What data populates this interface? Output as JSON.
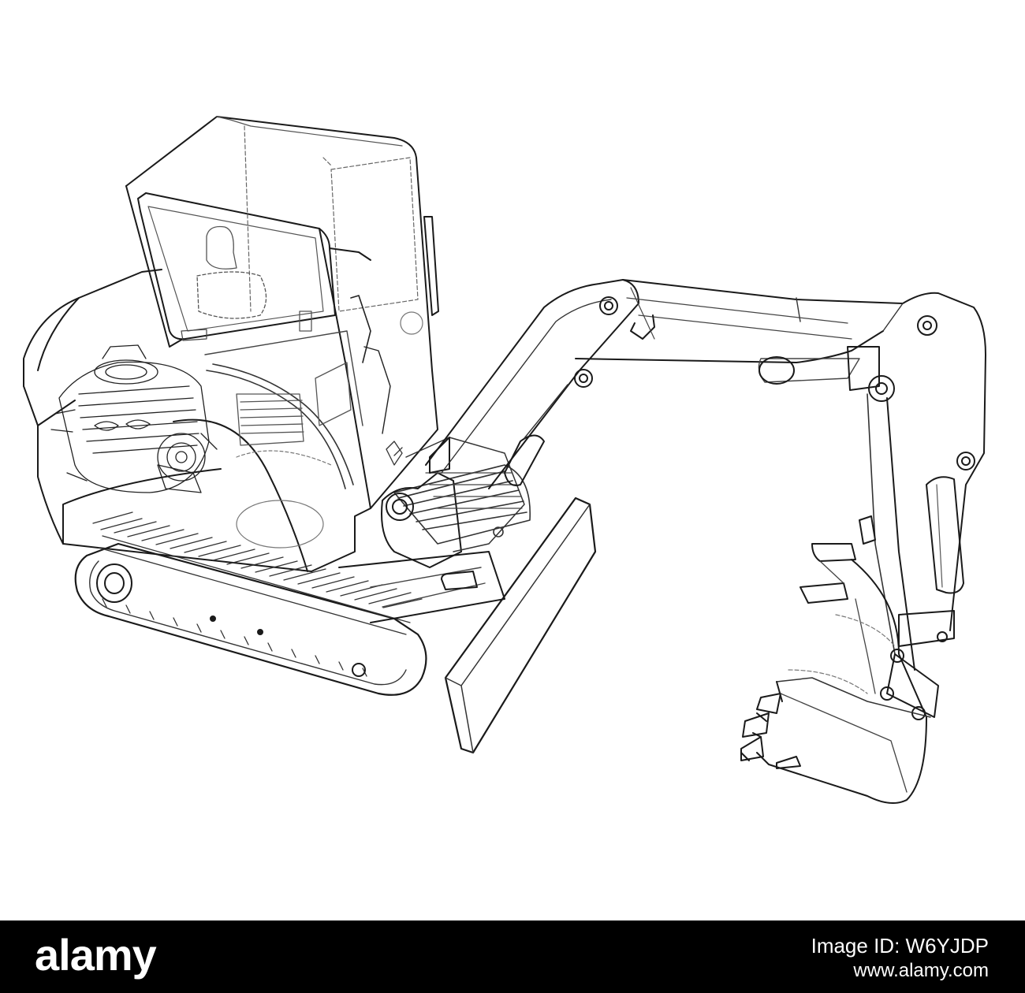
{
  "image": {
    "subject": "mini-excavator-wireframe-icon",
    "colors": {
      "background": "#ffffff",
      "line": "#1a1a1a",
      "thin_line": "#555555"
    }
  },
  "footer": {
    "brand": "alamy",
    "image_id_text": "Image ID: W6YJDP",
    "url_text": "www.alamy.com",
    "colors": {
      "background": "#000000",
      "text": "#ffffff"
    }
  }
}
